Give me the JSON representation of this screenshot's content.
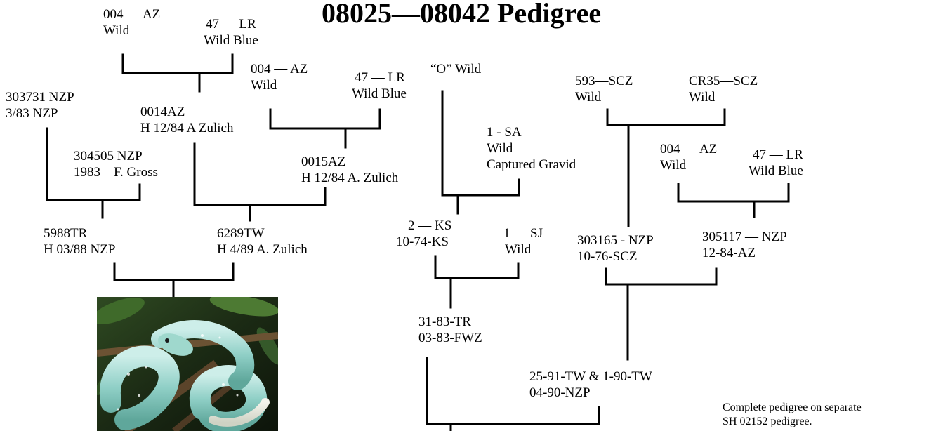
{
  "title": "08025—08042 Pedigree",
  "nodes": {
    "az_004_a": {
      "line1": "004 — AZ",
      "line2": "Wild"
    },
    "lr_47_a": {
      "line1": "47 — LR",
      "line2": "Wild Blue"
    },
    "az_004_b": {
      "line1": "004 — AZ",
      "line2": "Wild"
    },
    "lr_47_b": {
      "line1": "47 — LR",
      "line2": "Wild Blue"
    },
    "nzp_303731": {
      "line1": "303731 NZP",
      "line2": "3/83 NZP"
    },
    "az_0014": {
      "line1": "0014AZ",
      "line2": "H 12/84 A Zulich"
    },
    "nzp_304505": {
      "line1": "304505 NZP",
      "line2": "1983—F. Gross"
    },
    "az_0015": {
      "line1": "0015AZ",
      "line2": "H 12/84 A. Zulich"
    },
    "tr_5988": {
      "line1": "5988TR",
      "line2": "H 03/88 NZP"
    },
    "tw_6289": {
      "line1": "6289TW",
      "line2": "H 4/89 A. Zulich"
    },
    "o_wild": {
      "line1": "“O” Wild"
    },
    "sa_1": {
      "line1": "1 - SA",
      "line2": "Wild",
      "line3": "Captured Gravid"
    },
    "ks_2": {
      "line1": "2 — KS",
      "line2": "10-74-KS"
    },
    "sj_1": {
      "line1": "1 — SJ",
      "line2": "Wild"
    },
    "tr_31_83": {
      "line1": "31-83-TR",
      "line2": "03-83-FWZ"
    },
    "scz_593": {
      "line1": "593—SCZ",
      "line2": "Wild"
    },
    "scz_cr35": {
      "line1": "CR35—SCZ",
      "line2": "Wild"
    },
    "az_004_c": {
      "line1": "004 — AZ",
      "line2": "Wild"
    },
    "lr_47_c": {
      "line1": "47 — LR",
      "line2": "Wild Blue"
    },
    "nzp_303165": {
      "line1": "303165  - NZP",
      "line2": "10-76-SCZ"
    },
    "nzp_305117": {
      "line1": "305117 — NZP",
      "line2": "12-84-AZ"
    },
    "tw_25_91": {
      "line1": "25-91-TW & 1-90-TW",
      "line2": "04-90-NZP"
    }
  },
  "note": {
    "line1": "Complete pedigree on separate",
    "line2": "SH 02152 pedigree."
  },
  "photo": {
    "subject": "green tree python"
  },
  "colors": {
    "line": "#000000",
    "text": "#000000",
    "background": "#ffffff"
  }
}
